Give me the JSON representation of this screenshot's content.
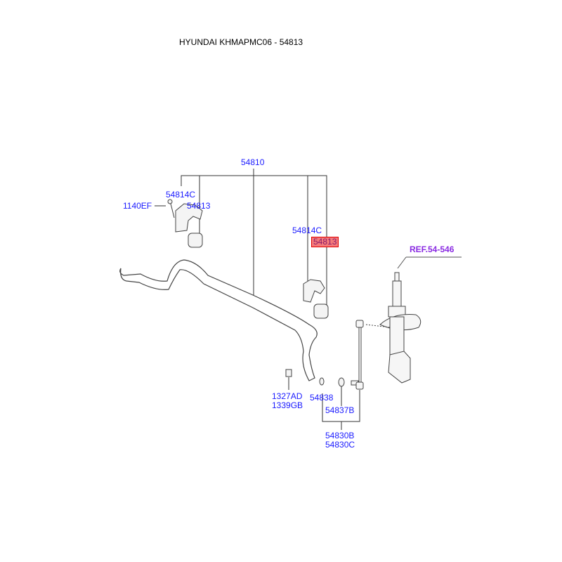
{
  "title": "HYUNDAI KHMAPMC06 - 54813",
  "labels": {
    "p54810": "54810",
    "p54814c_left": "54814C",
    "p54813_left": "54813",
    "p1140ef": "1140EF",
    "p54814c_right": "54814C",
    "p54813_highlight": "54813",
    "ref": "REF.54-546",
    "p1327ad": "1327AD",
    "p1339gb": "1339GB",
    "p54838": "54838",
    "p54837b": "54837B",
    "p54830b": "54830B",
    "p54830c": "54830C"
  },
  "colors": {
    "label": "#1a1aff",
    "highlight": "#f47a7a",
    "ref": "#8a2be2"
  }
}
